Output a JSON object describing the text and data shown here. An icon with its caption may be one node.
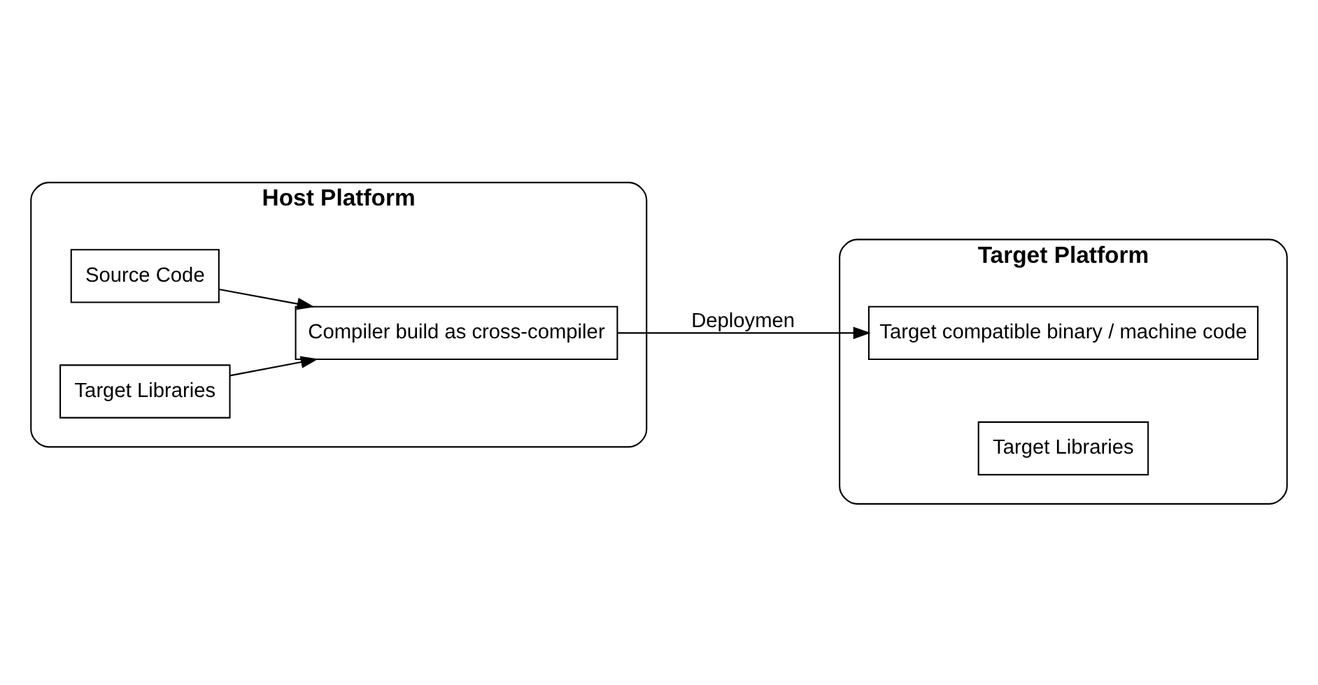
{
  "diagram": {
    "nodes": [
      {
        "text": [
          "Host Platform"
        ]
      },
      {
        "text": [
          "Compiler build as cross-compiler"
        ],
        "in": 0
      },
      {
        "text": [
          "Source Code"
        ],
        "in": 0
      },
      {
        "text": [
          "Target Libraries"
        ],
        "in": 0
      },
      {
        "text": [
          "Target Platform"
        ]
      },
      {
        "text": [
          "Target compatible binary / machine code"
        ],
        "in": 4
      },
      {
        "text": [
          "Target Libraries"
        ],
        "in": 4
      }
    ],
    "edges": [
      {
        "from": 2,
        "to": 1,
        "arrow": "to"
      },
      {
        "from": 3,
        "to": 1,
        "arrow": "to"
      },
      {
        "from": 1,
        "to": 5,
        "arrow": "to",
        "label": "Deploymen"
      }
    ]
  }
}
